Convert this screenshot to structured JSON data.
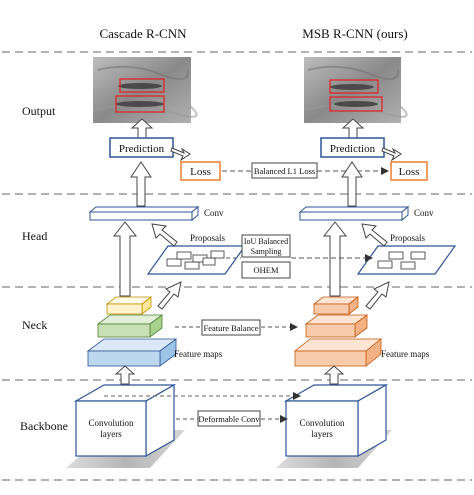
{
  "columns": {
    "left_title": "Cascade R-CNN",
    "right_title": "MSB R-CNN (ours)"
  },
  "rows": {
    "output": "Output",
    "head": "Head",
    "neck": "Neck",
    "backbone": "Backbone"
  },
  "labels": {
    "prediction": "Prediction",
    "loss": "Loss",
    "conv": "Conv",
    "proposals": "Proposals",
    "feature_maps": "Feature maps",
    "convolution_layers_line1": "Convolution",
    "convolution_layers_line2": "layers"
  },
  "methods": {
    "balanced_l1_loss": "Balanced L1 Loss",
    "iou_balanced_line1": "IoU Balanced",
    "iou_balanced_line2": "Sampling",
    "ohem": "OHEM",
    "feature_balance": "Feature Balance",
    "deformable_conv": "Deformable Conv"
  },
  "colors": {
    "blue_outline": "#2f5597",
    "loss_orange": "#ed7d31",
    "detection_red": "#e0242b",
    "left_feature_top": "#fff2cc",
    "left_feature_mid": "#c9e0b4",
    "left_feature_bottom": "#bdd7ee",
    "right_feature": "#f8cbad",
    "dashed_line": "#555555"
  }
}
